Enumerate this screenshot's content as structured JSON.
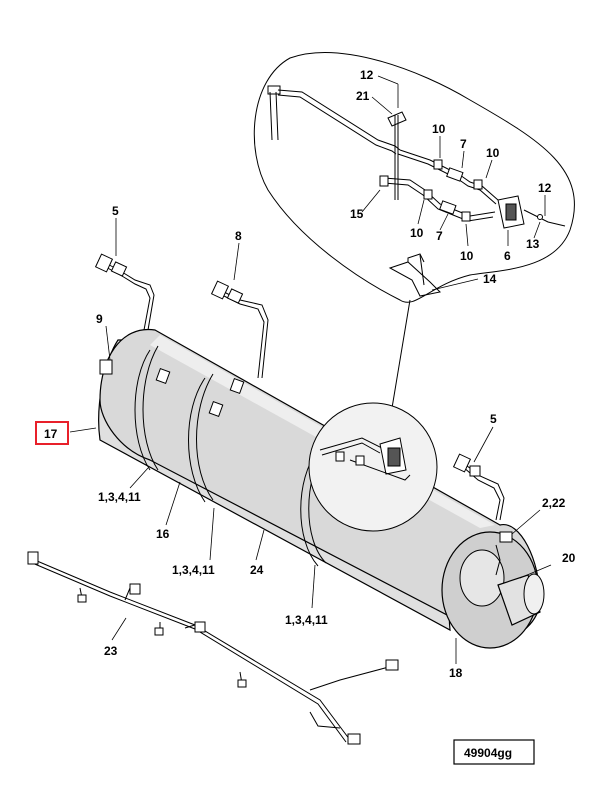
{
  "callouts": [
    {
      "id": "c12a",
      "text": "12"
    },
    {
      "id": "c21",
      "text": "21"
    },
    {
      "id": "c10a",
      "text": "10"
    },
    {
      "id": "c7a",
      "text": "7"
    },
    {
      "id": "c10b",
      "text": "10"
    },
    {
      "id": "c12b",
      "text": "12"
    },
    {
      "id": "c15",
      "text": "15"
    },
    {
      "id": "c10c",
      "text": "10"
    },
    {
      "id": "c7b",
      "text": "7"
    },
    {
      "id": "c10d",
      "text": "10"
    },
    {
      "id": "c6",
      "text": "6"
    },
    {
      "id": "c13",
      "text": "13"
    },
    {
      "id": "c14",
      "text": "14"
    },
    {
      "id": "c5a",
      "text": "5"
    },
    {
      "id": "c8",
      "text": "8"
    },
    {
      "id": "c9",
      "text": "9"
    },
    {
      "id": "c17",
      "text": "17"
    },
    {
      "id": "c5b",
      "text": "5"
    },
    {
      "id": "c2_22",
      "text": "2,22"
    },
    {
      "id": "c20",
      "text": "20"
    },
    {
      "id": "c1341a",
      "text": "1,3,4,11"
    },
    {
      "id": "c16",
      "text": "16"
    },
    {
      "id": "c1341b",
      "text": "1,3,4,11"
    },
    {
      "id": "c24",
      "text": "24"
    },
    {
      "id": "c1341c",
      "text": "1,3,4,11"
    },
    {
      "id": "c23",
      "text": "23"
    },
    {
      "id": "c18",
      "text": "18"
    }
  ],
  "figure_id": "49904gg",
  "highlight_color": "#e8202a"
}
